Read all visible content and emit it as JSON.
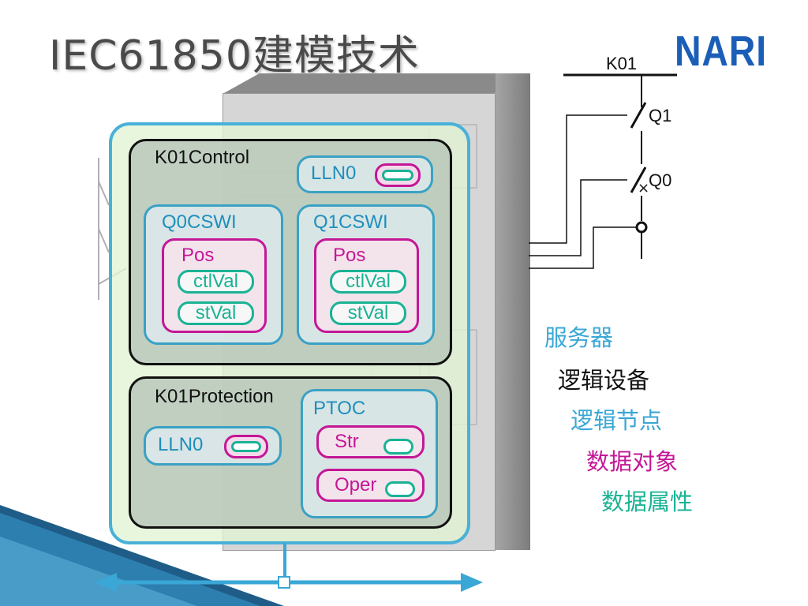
{
  "title": "IEC61850建模技术",
  "logo": "NARI",
  "server": {
    "control": {
      "label": "K01Control",
      "lln0": "LLN0",
      "nodes": [
        {
          "label": "Q0CSWI",
          "data_object": "Pos",
          "attributes": [
            "ctlVal",
            "stVal"
          ]
        },
        {
          "label": "Q1CSWI",
          "data_object": "Pos",
          "attributes": [
            "ctlVal",
            "stVal"
          ]
        }
      ]
    },
    "protection": {
      "label": "K01Protection",
      "lln0": "LLN0",
      "ptoc": {
        "label": "PTOC",
        "objects": [
          "Str",
          "Oper"
        ]
      }
    }
  },
  "schematic": {
    "bus": "K01",
    "switch1": "Q1",
    "switch0": "Q0"
  },
  "legend": [
    {
      "text": "服务器",
      "color": "#3aa7d6"
    },
    {
      "text": "逻辑设备",
      "color": "#111111"
    },
    {
      "text": "逻辑节点",
      "color": "#3aa7d6"
    },
    {
      "text": "数据对象",
      "color": "#c41796"
    },
    {
      "text": "数据属性",
      "color": "#19b394"
    }
  ]
}
